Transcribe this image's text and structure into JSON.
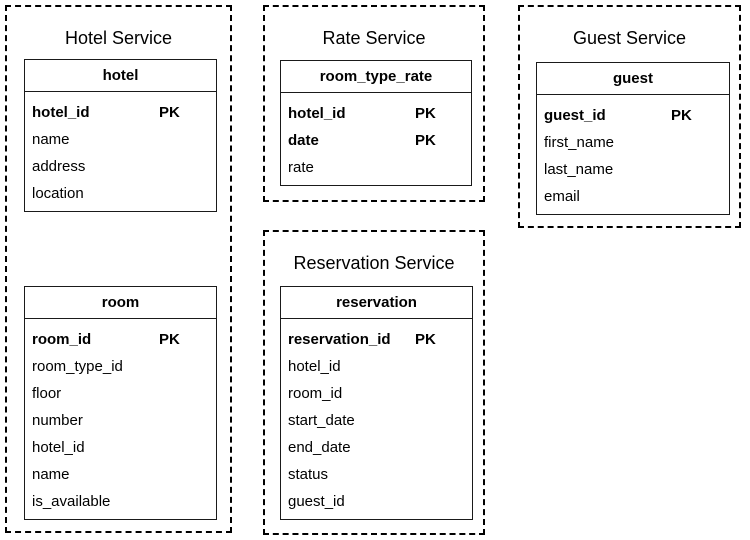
{
  "services": [
    {
      "title": "Hotel Service",
      "tables": [
        {
          "name": "hotel",
          "columns": [
            {
              "name": "hotel_id",
              "key": "PK"
            },
            {
              "name": "name"
            },
            {
              "name": "address"
            },
            {
              "name": "location"
            }
          ]
        },
        {
          "name": "room",
          "columns": [
            {
              "name": "room_id",
              "key": "PK"
            },
            {
              "name": "room_type_id"
            },
            {
              "name": "floor"
            },
            {
              "name": "number"
            },
            {
              "name": "hotel_id"
            },
            {
              "name": "name"
            },
            {
              "name": "is_available"
            }
          ]
        }
      ]
    },
    {
      "title": "Rate Service",
      "tables": [
        {
          "name": "room_type_rate",
          "columns": [
            {
              "name": "hotel_id",
              "key": "PK"
            },
            {
              "name": "date",
              "key": "PK"
            },
            {
              "name": "rate"
            }
          ]
        }
      ]
    },
    {
      "title": "Reservation Service",
      "tables": [
        {
          "name": "reservation",
          "columns": [
            {
              "name": "reservation_id",
              "key": "PK"
            },
            {
              "name": "hotel_id"
            },
            {
              "name": "room_id"
            },
            {
              "name": "start_date"
            },
            {
              "name": "end_date"
            },
            {
              "name": "status"
            },
            {
              "name": "guest_id"
            }
          ]
        }
      ]
    },
    {
      "title": "Guest Service",
      "tables": [
        {
          "name": "guest",
          "columns": [
            {
              "name": "guest_id",
              "key": "PK"
            },
            {
              "name": "first_name"
            },
            {
              "name": "last_name"
            },
            {
              "name": "email"
            }
          ]
        }
      ]
    }
  ],
  "colors": {
    "background": "#ffffff",
    "line": "#000000",
    "text": "#000000"
  }
}
